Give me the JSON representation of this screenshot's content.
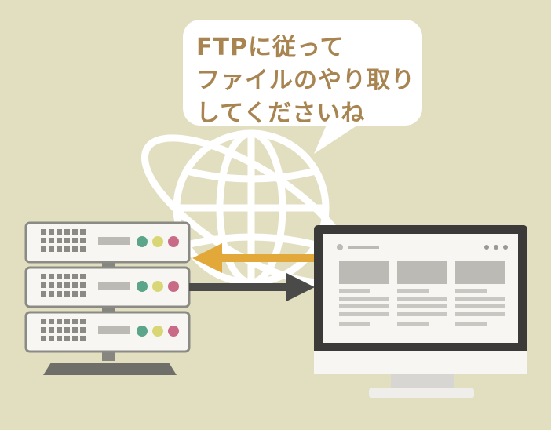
{
  "speech_bubble": {
    "lines": [
      "FTPに従って",
      "ファイルのやり取り",
      "してくださいね"
    ]
  },
  "colors": {
    "background": "#e2dfc1",
    "bubble_text": "#a88450",
    "upload_arrow": "#e2a83a",
    "download_arrow": "#4a4a48",
    "led_green": "#5ba58a",
    "led_yellow": "#d9d775",
    "led_pink": "#c96a86",
    "monitor_frame": "#3c3a38"
  },
  "icons": {
    "globe": "globe-icon",
    "server": "server-rack-icon",
    "monitor": "desktop-monitor-icon"
  }
}
